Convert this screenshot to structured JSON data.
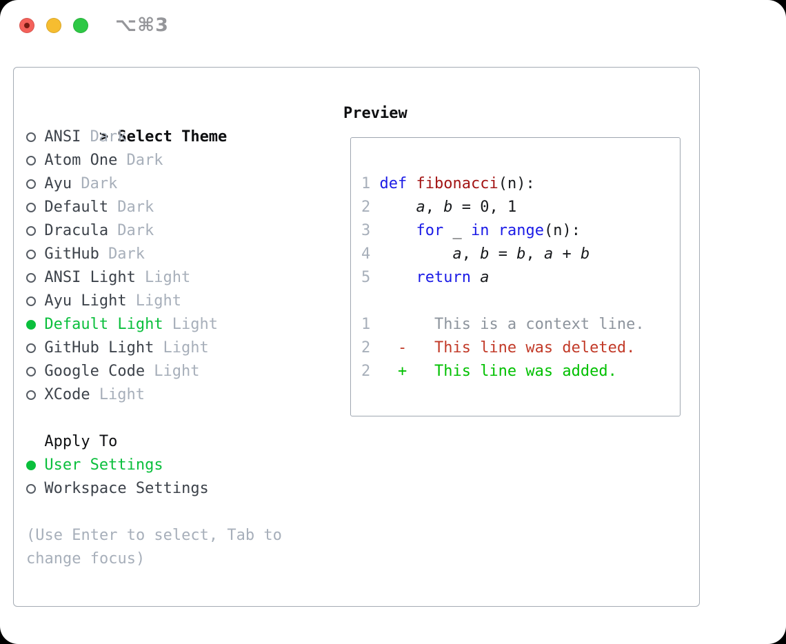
{
  "window": {
    "title": "⌥⌘3",
    "traffic_lights": [
      "close",
      "minimize",
      "maximize"
    ]
  },
  "theme_picker": {
    "cursor": ">",
    "title": "Select Theme",
    "items": [
      {
        "name": "ANSI",
        "variant": "Dark",
        "selected": false
      },
      {
        "name": "Atom One",
        "variant": "Dark",
        "selected": false
      },
      {
        "name": "Ayu",
        "variant": "Dark",
        "selected": false
      },
      {
        "name": "Default",
        "variant": "Dark",
        "selected": false
      },
      {
        "name": "Dracula",
        "variant": "Dark",
        "selected": false
      },
      {
        "name": "GitHub",
        "variant": "Dark",
        "selected": false
      },
      {
        "name": "ANSI Light",
        "variant": "Light",
        "selected": false
      },
      {
        "name": "Ayu Light",
        "variant": "Light",
        "selected": false
      },
      {
        "name": "Default Light",
        "variant": "Light",
        "selected": true
      },
      {
        "name": "GitHub Light",
        "variant": "Light",
        "selected": false
      },
      {
        "name": "Google Code",
        "variant": "Light",
        "selected": false
      },
      {
        "name": "XCode",
        "variant": "Light",
        "selected": false
      }
    ]
  },
  "apply_to": {
    "title": "Apply To",
    "options": [
      {
        "label": "User Settings",
        "selected": true
      },
      {
        "label": "Workspace Settings",
        "selected": false
      }
    ]
  },
  "help_lines": [
    "(Use Enter to select, Tab to",
    "change focus)"
  ],
  "preview": {
    "title": "Preview",
    "code_lines": [
      {
        "num": "1",
        "tokens": [
          {
            "t": "def",
            "c": "kw"
          },
          {
            "t": " "
          },
          {
            "t": "fibonacci",
            "c": "fn"
          },
          {
            "t": "(n):"
          }
        ]
      },
      {
        "num": "2",
        "tokens": [
          {
            "t": "    "
          },
          {
            "t": "a",
            "c": "var"
          },
          {
            "t": ", "
          },
          {
            "t": "b",
            "c": "var"
          },
          {
            "t": " = 0, 1"
          }
        ]
      },
      {
        "num": "3",
        "tokens": [
          {
            "t": "    "
          },
          {
            "t": "for",
            "c": "kw"
          },
          {
            "t": " _ "
          },
          {
            "t": "in",
            "c": "kw"
          },
          {
            "t": " "
          },
          {
            "t": "range",
            "c": "kw"
          },
          {
            "t": "(n):"
          }
        ]
      },
      {
        "num": "4",
        "tokens": [
          {
            "t": "        "
          },
          {
            "t": "a",
            "c": "var"
          },
          {
            "t": ", "
          },
          {
            "t": "b",
            "c": "var"
          },
          {
            "t": " = "
          },
          {
            "t": "b",
            "c": "var"
          },
          {
            "t": ", "
          },
          {
            "t": "a",
            "c": "var"
          },
          {
            "t": " + "
          },
          {
            "t": "b",
            "c": "var"
          }
        ]
      },
      {
        "num": "5",
        "tokens": [
          {
            "t": "    "
          },
          {
            "t": "return",
            "c": "kw"
          },
          {
            "t": " "
          },
          {
            "t": "a",
            "c": "var"
          }
        ]
      }
    ],
    "diff_lines": [
      {
        "num": "1",
        "kind": "context",
        "marker": "",
        "text": "This is a context line."
      },
      {
        "num": "2",
        "kind": "deleted",
        "marker": "-",
        "text": "This line was deleted."
      },
      {
        "num": "2",
        "kind": "added",
        "marker": "+",
        "text": "This line was added."
      }
    ]
  },
  "colors": {
    "accent_green": "#0abf3c",
    "added_green": "#00c000",
    "deleted_red": "#c23a28",
    "keyword_blue": "#1a1ae6",
    "function_red": "#a31515",
    "muted_gray": "#a7afba",
    "context_gray": "#8d949d",
    "text_dark": "#3c424a",
    "heading_black": "#0e0f11",
    "code_text": "#17191c",
    "radio_gray": "#565c64",
    "border_gray": "#a4abb4",
    "border_gray2": "#9ea6b0",
    "title_gray": "#95969a",
    "traffic_red": "#f4615a",
    "traffic_red_dot": "#771c12",
    "traffic_yellow": "#f6bd30",
    "traffic_green": "#2ec845"
  }
}
